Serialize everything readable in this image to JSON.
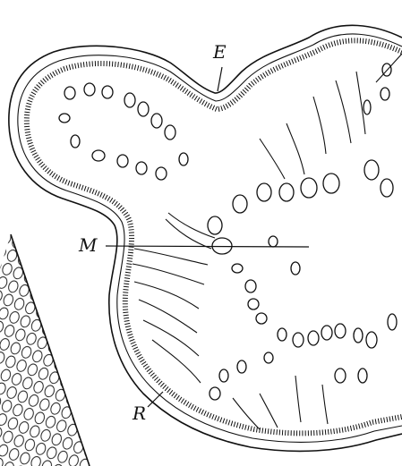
{
  "figure": {
    "labels": {
      "E": "E",
      "M": "M",
      "R": "R"
    },
    "colors": {
      "ink": "#111111",
      "paper": "#ffffff"
    }
  }
}
